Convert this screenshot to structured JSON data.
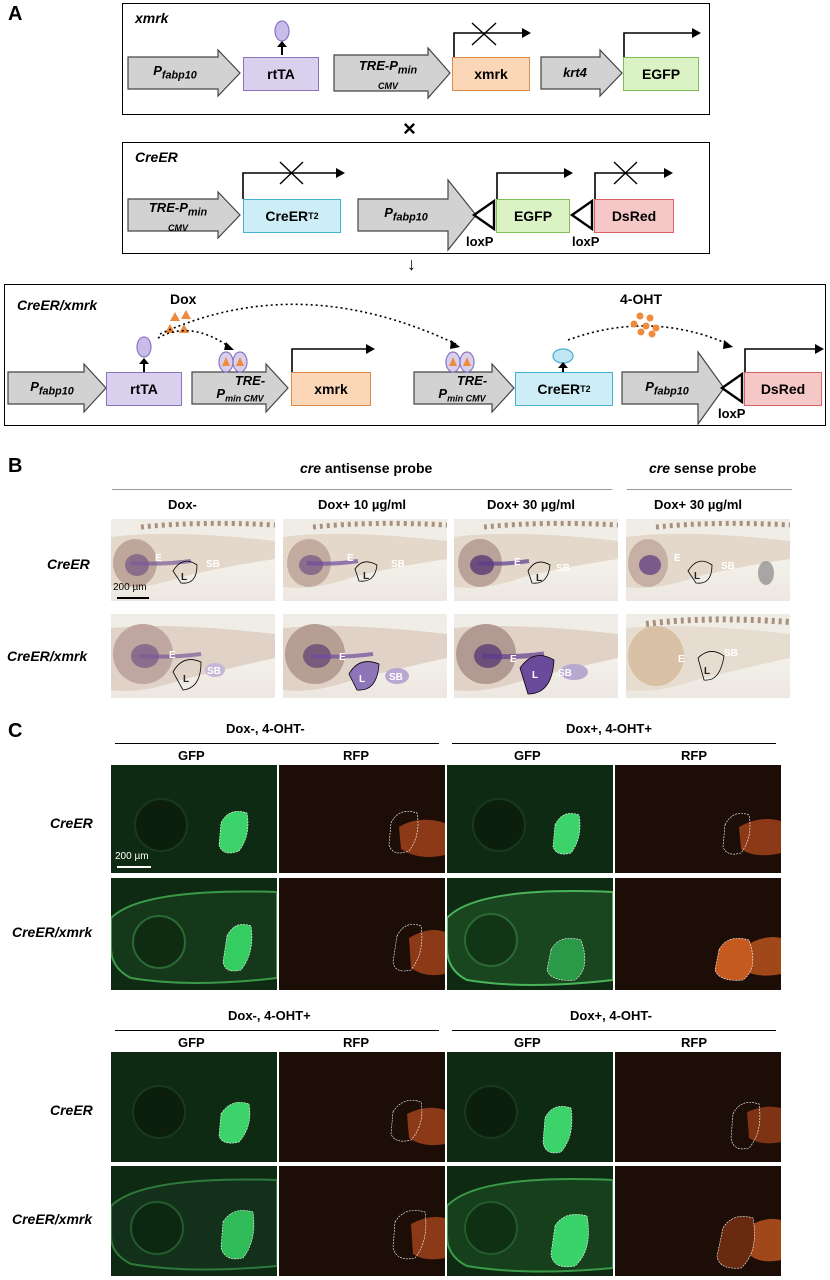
{
  "panels": {
    "a": "A",
    "b": "B",
    "c": "C"
  },
  "panel_a": {
    "cross_symbol": "×",
    "result_arrow": "↓",
    "xmrk_box": {
      "title": "xmrk",
      "promoter1": "P",
      "promoter1_sub": "fabp10",
      "gene1": "rtTA",
      "promoter2_line1": "TRE-P",
      "promoter2_sub1": "min",
      "promoter2_sub2": "CMV",
      "gene2": "xmrk",
      "promoter3": "krt4",
      "gene3": "EGFP"
    },
    "creer_box": {
      "title": "CreER",
      "promoter1_line1": "TRE-P",
      "promoter1_sub1": "min",
      "promoter1_sub2": "CMV",
      "gene1": "CreER",
      "gene1_sup": "T2",
      "promoter2": "P",
      "promoter2_sub": "fabp10",
      "gene2": "EGFP",
      "gene3": "DsRed",
      "loxp1": "loxP",
      "loxp2": "loxP"
    },
    "double_box": {
      "title": "CreER/xmrk",
      "dox": "Dox",
      "ohT": "4-OHT",
      "promoter1": "P",
      "promoter1_sub": "fabp10",
      "gene1": "rtTA",
      "promoter2_line1": "TRE-",
      "promoter2_line2": "P",
      "promoter2_sub": "min CMV",
      "gene2": "xmrk",
      "promoter3_line1": "TRE-",
      "promoter3_line2": "P",
      "promoter3_sub": "min CMV",
      "gene3": "CreER",
      "gene3_sup": "T2",
      "promoter4": "P",
      "promoter4_sub": "fabp10",
      "gene4": "DsRed",
      "loxp": "loxP"
    }
  },
  "panel_b": {
    "antisense_prefix": "cre",
    "antisense_suffix": " antisense probe",
    "sense_prefix": "cre",
    "sense_suffix": " sense probe",
    "columns": [
      "Dox-",
      "Dox+ 10 µg/ml",
      "Dox+ 30 µg/ml",
      "Dox+ 30 µg/ml"
    ],
    "rows": [
      "CreER",
      "CreER/xmrk"
    ],
    "organ_E": "E",
    "organ_L": "L",
    "organ_SB": "SB",
    "scale": "200 µm"
  },
  "panel_c": {
    "group1": "Dox-, 4-OHT-",
    "group2": "Dox+, 4-OHT+",
    "group3": "Dox-, 4-OHT+",
    "group4": "Dox+, 4-OHT-",
    "channel_gfp": "GFP",
    "channel_rfp": "RFP",
    "rows": [
      "CreER",
      "CreER/xmrk"
    ],
    "scale": "200 µm"
  },
  "colors": {
    "rtTA": "#d9d0ee",
    "xmrk": "#fbd6b7",
    "EGFP": "#daf2c4",
    "CreER": "#cdeef7",
    "DsRed": "#f6c7c7",
    "dox_orange": "#f08a3c"
  }
}
